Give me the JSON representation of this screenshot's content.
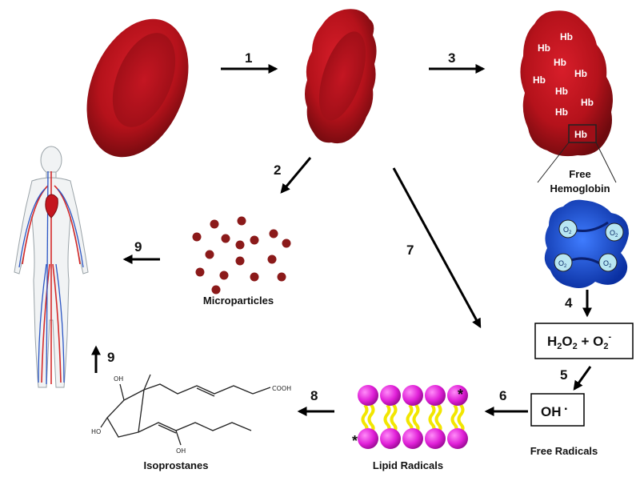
{
  "steps": {
    "s1": "1",
    "s2": "2",
    "s3": "3",
    "s4": "4",
    "s5": "5",
    "s6": "6",
    "s7": "7",
    "s8": "8",
    "s9a": "9",
    "s9b": "9"
  },
  "hemoglobin": {
    "hb_label": "Hb",
    "caption_line1": "Free",
    "caption_line2": "Hemoglobin",
    "o2": "O",
    "o2_sub": "2"
  },
  "labels": {
    "microparticles": "Microparticles",
    "isoprostanes": "Isoprostanes",
    "lipid_radicals": "Lipid Radicals",
    "free_radicals": "Free Radicals",
    "asterisk": "*"
  },
  "boxes": {
    "peroxide": {
      "H": "H",
      "sub2a": "2",
      "O": "O",
      "sub2b": "2",
      "plus": " + O",
      "sub2c": "2",
      "sup": "-"
    },
    "hydroxyl": {
      "text": "OH",
      "dot": "▪"
    }
  },
  "chem": {
    "oh_top": "OH",
    "oh_left": "HO",
    "oh_bottom": "OH",
    "cooh": "COOH"
  },
  "colors": {
    "rbc": "#b5121b",
    "rbc_dark": "#7a0a0f",
    "hb_protein": "#1a4fd6",
    "o2_bubble": "#b8e6f2",
    "particle": "#8b1a1a",
    "lipid_head": "#e020d8",
    "lipid_tail": "#f2e600"
  }
}
